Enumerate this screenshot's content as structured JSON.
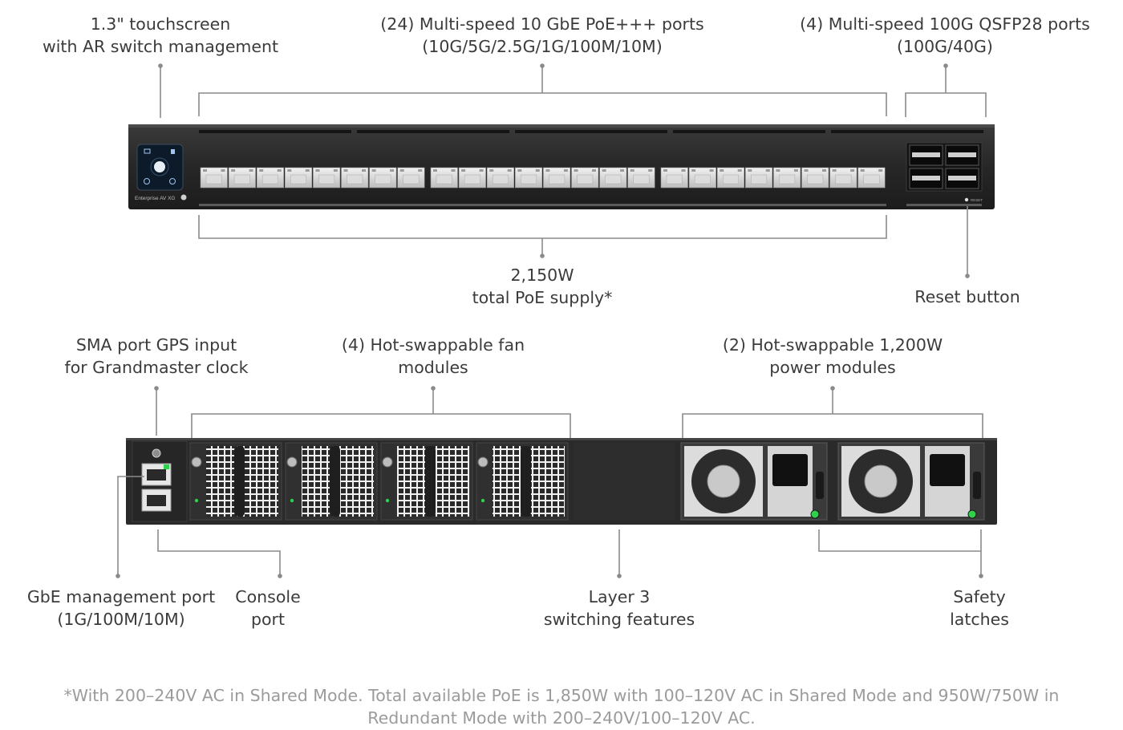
{
  "top_panel": {
    "brand_text": "Enterprise AV XG",
    "callouts": {
      "touchscreen": [
        "1.3\" touchscreen",
        "with AR switch management"
      ],
      "poe_ports": [
        "(24) Multi-speed 10 GbE PoE+++ ports",
        "(10G/5G/2.5G/1G/100M/10M)"
      ],
      "qsfp_ports": [
        "(4) Multi-speed 100G QSFP28 ports",
        "(100G/40G)"
      ],
      "poe_supply": [
        "2,150W",
        "total PoE supply*"
      ],
      "reset": [
        "Reset button"
      ]
    },
    "port_count": 24,
    "qsfp_count": 4
  },
  "rear_panel": {
    "callouts": {
      "sma": [
        "SMA port GPS input",
        "for Grandmaster clock"
      ],
      "fans": [
        "(4) Hot-swappable fan",
        "modules"
      ],
      "power": [
        "(2) Hot-swappable 1,200W",
        "power modules"
      ],
      "mgmt": [
        "GbE management port",
        "(1G/100M/10M)"
      ],
      "console": [
        "Console",
        "port"
      ],
      "layer3": [
        "Layer 3",
        "switching features"
      ],
      "latches": [
        "Safety",
        "latches"
      ]
    },
    "fan_count": 4,
    "psu_count": 2
  },
  "footnote": [
    "*With 200–240V AC in Shared Mode. Total available PoE is 1,850W with 100–120V AC in Shared Mode and 950W/750W in",
    "Redundant Mode with 200–240V/100–120V AC."
  ],
  "colors": {
    "chassis": "#2b2b2b",
    "leader": "#8a8a8a",
    "port_led": "#2fd04a",
    "label": "#3b3b3b",
    "footnote": "#9b9b9b"
  }
}
